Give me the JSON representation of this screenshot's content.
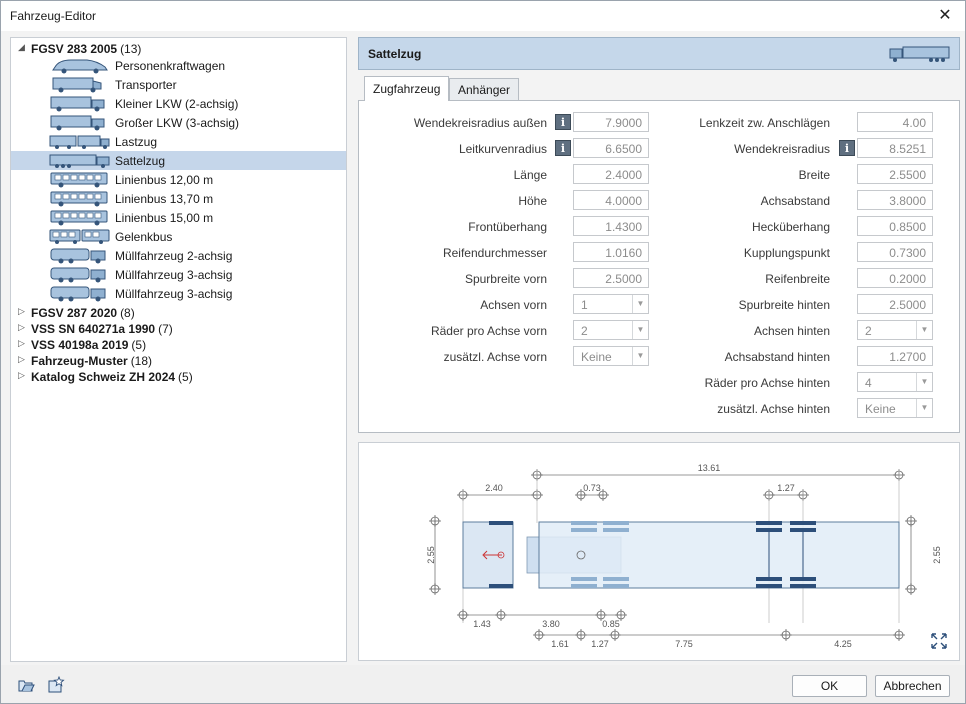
{
  "window": {
    "title": "Fahrzeug-Editor",
    "close_glyph": "✕"
  },
  "tree": {
    "groups": [
      {
        "name": "FGSV 283 2005",
        "count": "(13)",
        "expanded": true
      },
      {
        "name": "FGSV 287 2020",
        "count": "(8)"
      },
      {
        "name": "VSS SN 640271a 1990",
        "count": "(7)"
      },
      {
        "name": "VSS 40198a 2019",
        "count": "(5)"
      },
      {
        "name": "Fahrzeug-Muster",
        "count": "(18)"
      },
      {
        "name": "Katalog Schweiz ZH 2024",
        "count": "(5)"
      }
    ],
    "items": [
      {
        "label": "Personenkraftwagen",
        "icon": "car-icon"
      },
      {
        "label": "Transporter",
        "icon": "van-icon"
      },
      {
        "label": "Kleiner LKW (2-achsig)",
        "icon": "truck-icon"
      },
      {
        "label": "Großer LKW (3-achsig)",
        "icon": "truck-icon"
      },
      {
        "label": "Lastzug",
        "icon": "truck-trailer-icon"
      },
      {
        "label": "Sattelzug",
        "icon": "semi-trailer-icon",
        "selected": true
      },
      {
        "label": "Linienbus 12,00 m",
        "icon": "bus-icon"
      },
      {
        "label": "Linienbus 13,70 m",
        "icon": "bus-icon"
      },
      {
        "label": "Linienbus 15,00 m",
        "icon": "bus-icon"
      },
      {
        "label": "Gelenkbus",
        "icon": "articulated-bus-icon"
      },
      {
        "label": "Müllfahrzeug 2-achsig",
        "icon": "garbage-truck-icon"
      },
      {
        "label": "Müllfahrzeug 3-achsig",
        "icon": "garbage-truck-icon"
      },
      {
        "label": "Müllfahrzeug 3-achsig",
        "icon": "garbage-truck-icon"
      }
    ]
  },
  "header": {
    "title": "Sattelzug",
    "icon": "semi-trailer-icon"
  },
  "tabs": [
    {
      "label": "Zugfahrzeug",
      "active": true
    },
    {
      "label": "Anhänger"
    }
  ],
  "left_props": [
    {
      "label": "Wendekreisradius außen",
      "value": "7.9000",
      "info": true
    },
    {
      "label": "Leitkurvenradius",
      "value": "6.6500",
      "info": true
    },
    {
      "label": "Länge",
      "value": "2.4000"
    },
    {
      "label": "Höhe",
      "value": "4.0000"
    },
    {
      "label": "Frontüberhang",
      "value": "1.4300"
    },
    {
      "label": "Reifendurchmesser",
      "value": "1.0160"
    },
    {
      "label": "Spurbreite vorn",
      "value": "2.5000"
    },
    {
      "label": "Achsen vorn",
      "value": "1",
      "combo": true
    },
    {
      "label": "Räder pro Achse vorn",
      "value": "2",
      "combo": true
    },
    {
      "label": "zusätzl. Achse vorn",
      "value": "Keine",
      "combo": true
    }
  ],
  "right_props": [
    {
      "label": "Lenkzeit zw. Anschlägen",
      "value": "4.00"
    },
    {
      "label": "Wendekreisradius",
      "value": "8.5251",
      "info": true
    },
    {
      "label": "Breite",
      "value": "2.5500"
    },
    {
      "label": "Achsabstand",
      "value": "3.8000"
    },
    {
      "label": "Hecküberhang",
      "value": "0.8500"
    },
    {
      "label": "Kupplungspunkt",
      "value": "0.7300"
    },
    {
      "label": "Reifenbreite",
      "value": "0.2000"
    },
    {
      "label": "Spurbreite hinten",
      "value": "2.5000"
    },
    {
      "label": "Achsen hinten",
      "value": "2",
      "combo": true
    },
    {
      "label": "Achsabstand hinten",
      "value": "1.2700"
    },
    {
      "label": "Räder pro Achse hinten",
      "value": "4",
      "combo": true
    },
    {
      "label": "zusätzl. Achse hinten",
      "value": "Keine",
      "combo": true
    }
  ],
  "diagram": {
    "dims": {
      "total": "13.61",
      "cab_length": "2.40",
      "coupling": "0.73",
      "rear_axle_spacing": "1.27",
      "width": "2.55",
      "front_overhang": "1.43",
      "wheelbase": "3.80",
      "rear_overhang": "0.85",
      "trailer_front": "1.61",
      "trailer_axle_spacing": "1.27",
      "trailer_wheelbase": "7.75",
      "trailer_rear": "4.25"
    }
  },
  "info_glyph": "i",
  "footer": {
    "ok": "OK",
    "cancel": "Abbrechen"
  }
}
